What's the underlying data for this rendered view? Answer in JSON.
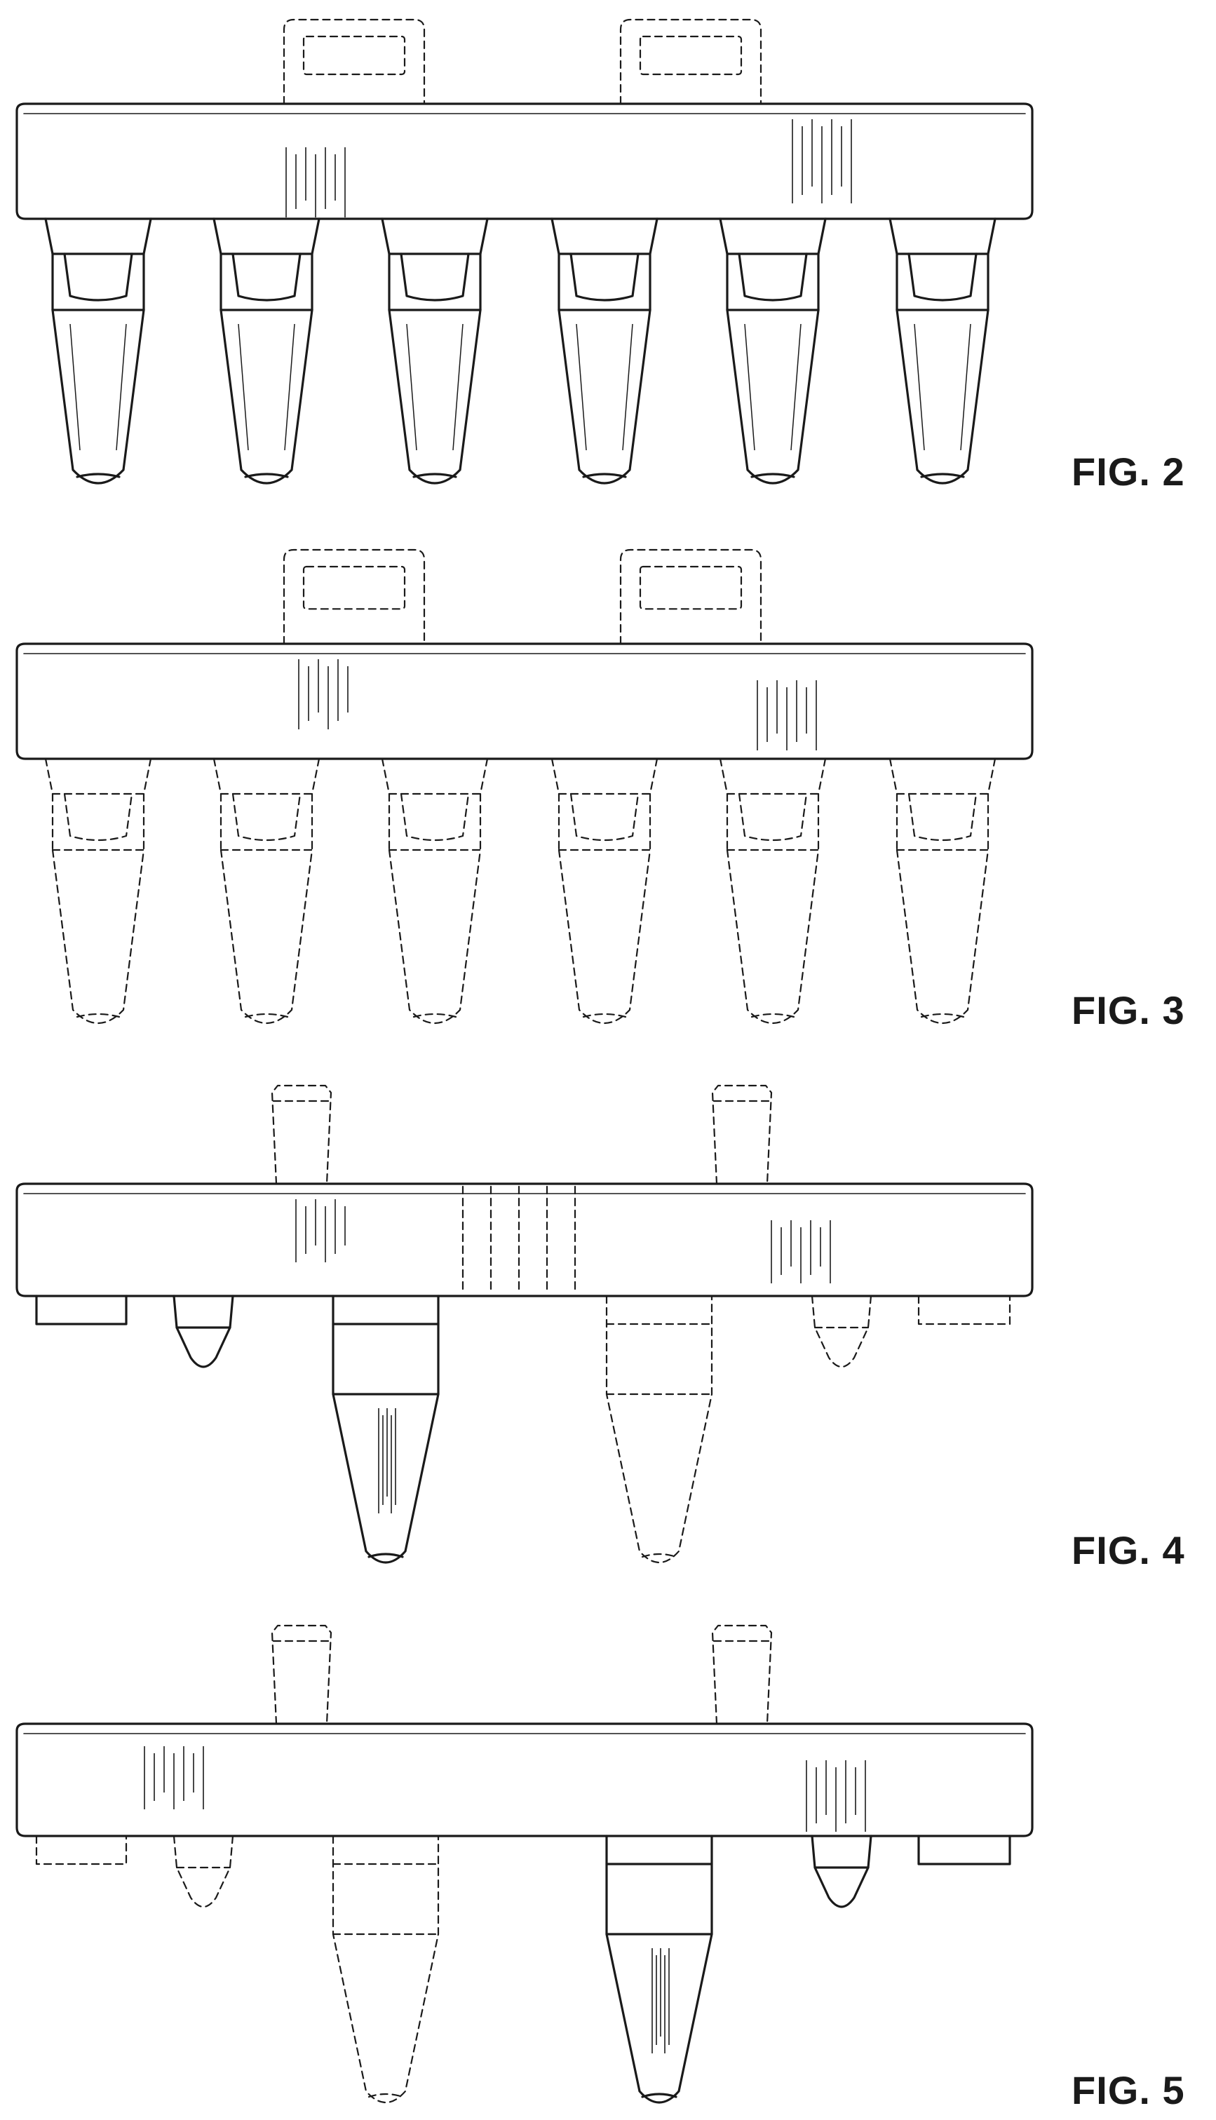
{
  "figures": [
    {
      "label": "FIG. 2"
    },
    {
      "label": "FIG. 3"
    },
    {
      "label": "FIG. 4"
    },
    {
      "label": "FIG. 5"
    }
  ],
  "colors": {
    "line": "#1a1a1a",
    "background": "#ffffff"
  }
}
